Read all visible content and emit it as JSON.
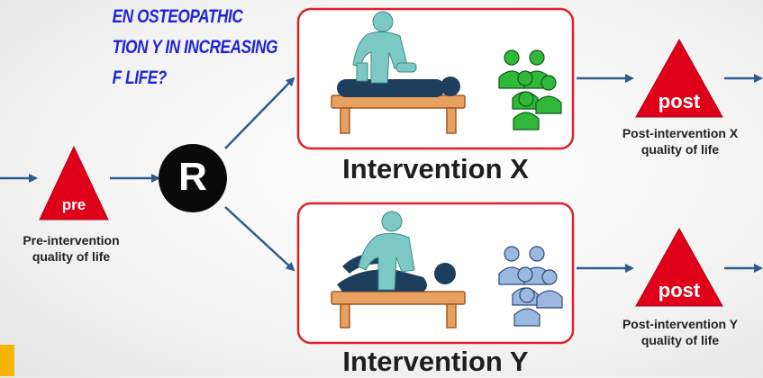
{
  "question": {
    "line1": "EN OSTEOPATHIC",
    "line2": "TION Y IN INCREASING",
    "line3": "F LIFE?"
  },
  "pre": {
    "marker": "pre",
    "caption_line1": "Pre-intervention",
    "caption_line2": "quality of life"
  },
  "random": {
    "label": "R"
  },
  "intervention_x": {
    "title": "Intervention X"
  },
  "intervention_y": {
    "title": "Intervention Y"
  },
  "post_x": {
    "marker": "post",
    "caption_line1": "Post-intervention X",
    "caption_line2": "quality of life"
  },
  "post_y": {
    "marker": "post",
    "caption_line1": "Post-intervention Y",
    "caption_line2": "quality of life"
  },
  "colors": {
    "question_text": "#1f25d6",
    "triangle": "#e0001a",
    "arrow": "#2e5c8a",
    "panel_border": "#e0202a",
    "group_x": "#2fb83a",
    "group_y": "#9ab8e0",
    "therapist": "#7cc8c4",
    "patient": "#1e3e5e",
    "table": "#e8a060",
    "corner": "#f6b400"
  },
  "icons": [
    "triangle-pre-icon",
    "randomization-circle-icon",
    "massage-therapy-icon",
    "spinal-manipulation-icon",
    "green-group-icon",
    "blue-group-icon",
    "triangle-post-icon",
    "arrow-icon"
  ]
}
